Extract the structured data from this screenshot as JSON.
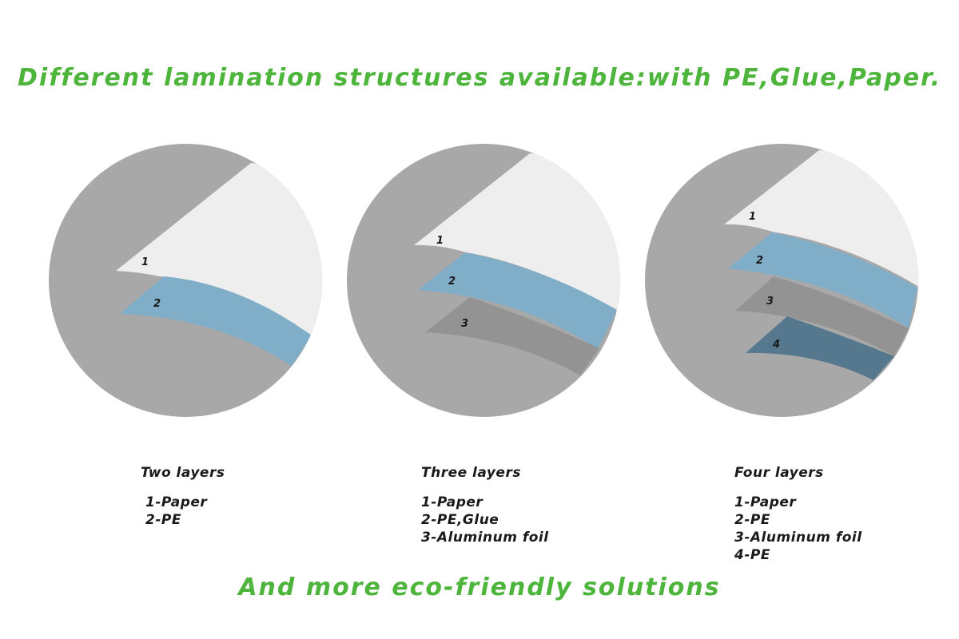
{
  "title": "Different lamination structures available:with PE,Glue,Paper.",
  "footer": "And more eco-friendly solutions",
  "colors": {
    "accent": "#4db53c",
    "paper": "#eeeeee",
    "pe": "#80adc8",
    "aluminum_foil": "#939393",
    "outer_pe": "#55788e",
    "background": "#a8a8a8"
  },
  "structures": [
    {
      "title": "Two layers",
      "markers": [
        "1",
        "2"
      ],
      "items": [
        "1-Paper",
        "2-PE"
      ]
    },
    {
      "title": "Three layers",
      "markers": [
        "1",
        "2",
        "3"
      ],
      "items": [
        "1-Paper",
        "2-PE,Glue",
        "3-Aluminum foil"
      ]
    },
    {
      "title": "Four layers",
      "markers": [
        "1",
        "2",
        "3",
        "4"
      ],
      "items": [
        "1-Paper",
        "2-PE",
        "3-Aluminum foil",
        "4-PE"
      ]
    }
  ]
}
